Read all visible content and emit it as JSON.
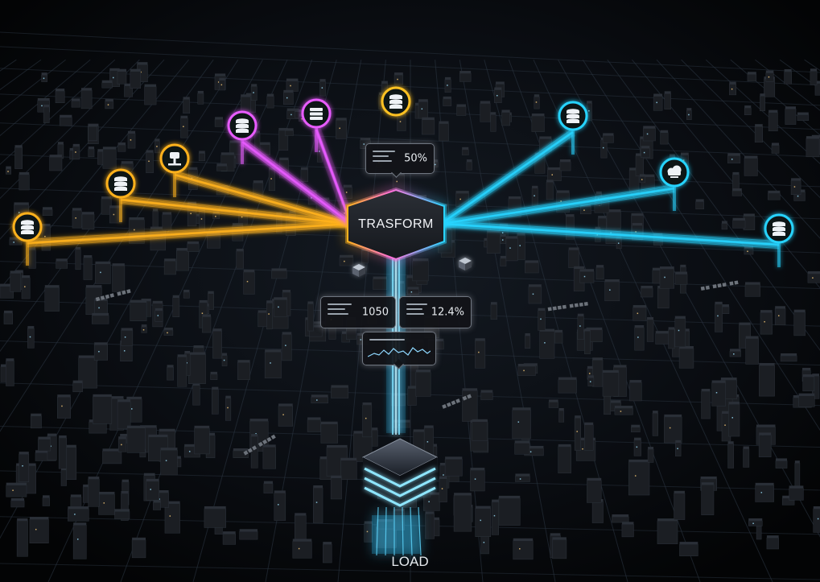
{
  "diagram": {
    "transform_label": "TRASFORM",
    "load_label": "LOAD",
    "colors": {
      "background": "#050608",
      "grid": "#2a3440",
      "building": "#1b1e23",
      "warm": "#ffb21e",
      "magenta": "#e85bff",
      "cyan": "#28d4ff",
      "load_glow": "#30c8ff"
    },
    "sources": [
      {
        "icon": "database-icon",
        "color": "#ffb21e"
      },
      {
        "icon": "database-icon",
        "color": "#ffb21e"
      },
      {
        "icon": "api-plug-icon",
        "color": "#ffb21e"
      },
      {
        "icon": "database-icon",
        "color": "#e85bff"
      },
      {
        "icon": "server-stack-icon",
        "color": "#e85bff"
      },
      {
        "icon": "database-icon",
        "color": "#ffc224"
      },
      {
        "icon": "database-icon",
        "color": "#28d4ff"
      },
      {
        "icon": "cloud-service-icon",
        "color": "#28d4ff"
      },
      {
        "icon": "database-icon",
        "color": "#28d4ff"
      }
    ],
    "metric_cards": [
      {
        "id": "card-top",
        "value": "50%"
      },
      {
        "id": "card-left",
        "value": "1050"
      },
      {
        "id": "card-right",
        "value": "12.4%"
      },
      {
        "id": "card-spark",
        "value": ""
      }
    ]
  }
}
